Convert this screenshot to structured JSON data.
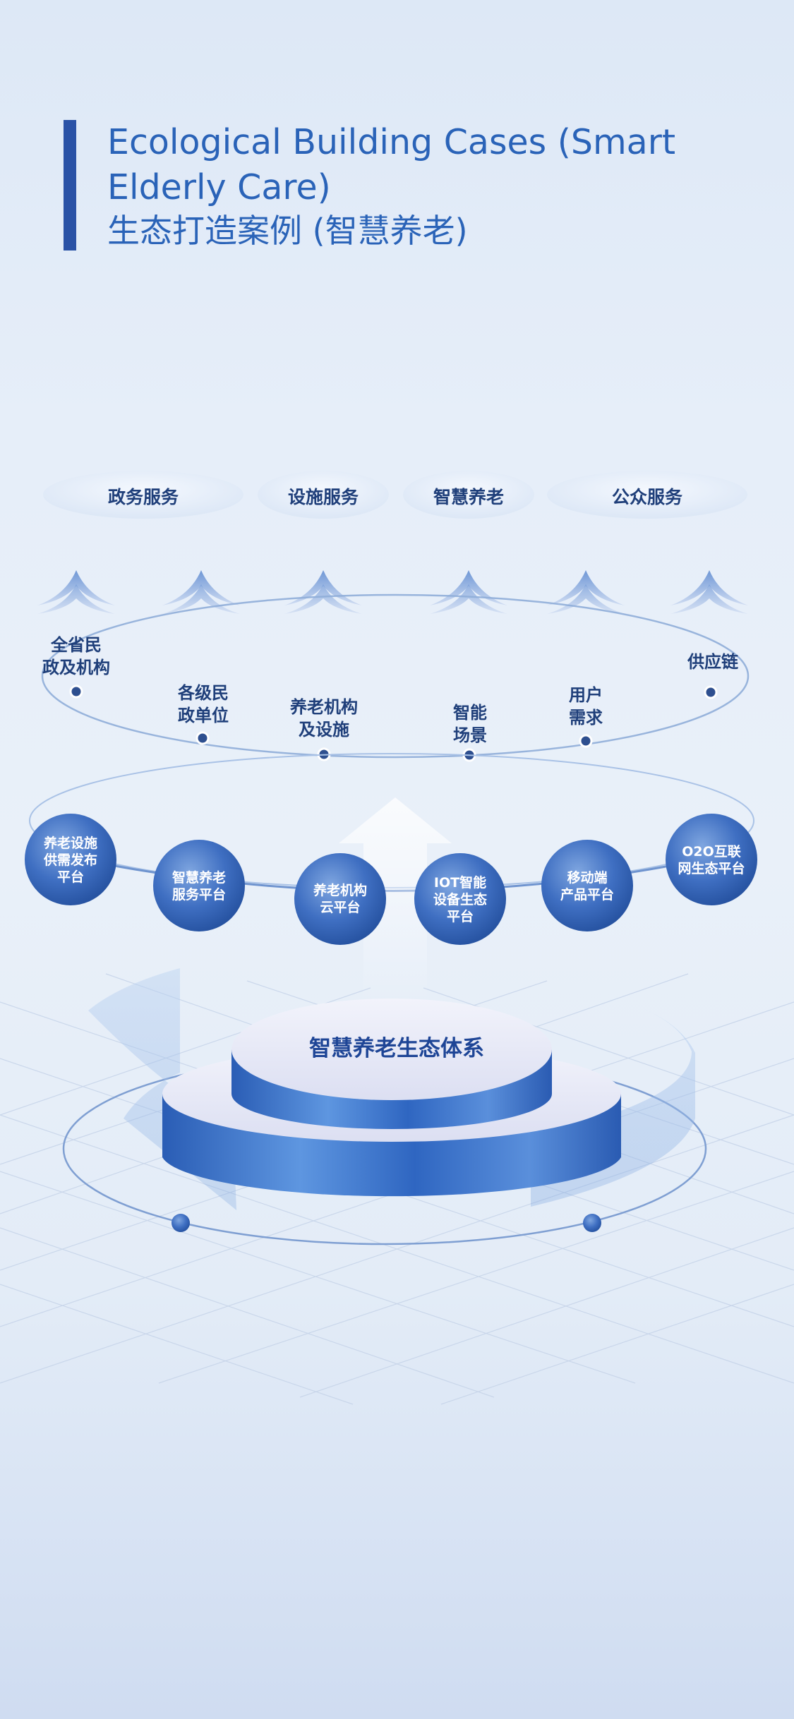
{
  "header": {
    "title_en": "Ecological Building Cases (Smart Elderly Care)",
    "title_zh": "生态打造案例 (智慧养老)"
  },
  "top_categories": [
    "政务服务",
    "设施服务",
    "智慧养老",
    "公众服务"
  ],
  "ring_nodes": [
    "全省民\n政及机构",
    "各级民\n政单位",
    "养老机构\n及设施",
    "智能\n场景",
    "用户\n需求",
    "供应链"
  ],
  "platforms": [
    "养老设施\n供需发布\n平台",
    "智慧养老\n服务平台",
    "养老机构\n云平台",
    "IOT智能\n设备生态\n平台",
    "移动端\n产品平台",
    "O2O互联\n网生态平台"
  ],
  "core": {
    "label": "智慧养老生态体系"
  },
  "colors": {
    "accent": "#2a52a6",
    "title": "#2a63b8",
    "label_dark": "#1f3f7a",
    "sphere": "#3c6fc4",
    "line": "#7a9bd0"
  }
}
